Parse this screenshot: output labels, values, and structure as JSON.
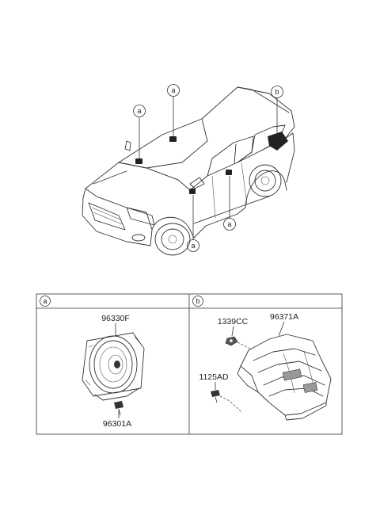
{
  "callouts": {
    "a": "a",
    "b": "b"
  },
  "panels": {
    "a": {
      "header": "a",
      "parts": [
        "96330F",
        "96301A"
      ]
    },
    "b": {
      "header": "b",
      "parts": [
        "1339CC",
        "96371A",
        "1125AD"
      ]
    }
  },
  "icons": {
    "car": "suv-illustration",
    "speaker": "speaker-icon",
    "screw": "screw-icon",
    "nut": "nut-icon",
    "amplifier": "amplifier-cover-icon"
  }
}
